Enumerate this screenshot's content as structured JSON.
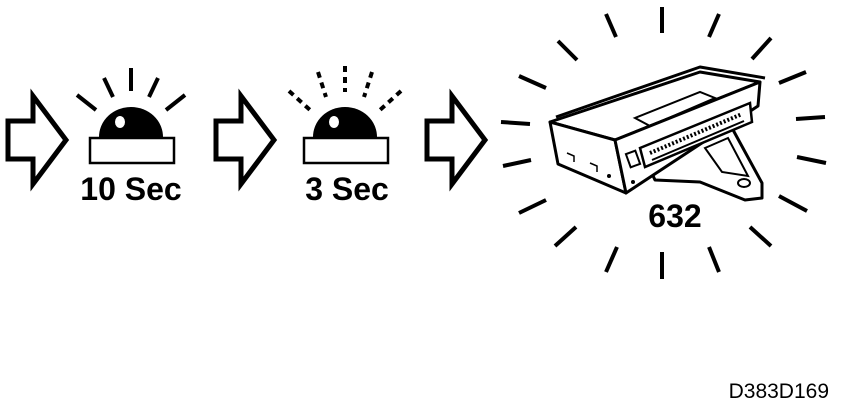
{
  "steps": [
    {
      "label": "10 Sec",
      "icon": "warning-lamp-flashing-icon"
    },
    {
      "label": "3 Sec",
      "icon": "warning-lamp-dimmed-icon"
    }
  ],
  "module": {
    "label": "632",
    "icon": "control-module-active-icon"
  },
  "figure_code": "D383D169",
  "colors": {
    "ink": "#000000",
    "paper": "#ffffff"
  }
}
